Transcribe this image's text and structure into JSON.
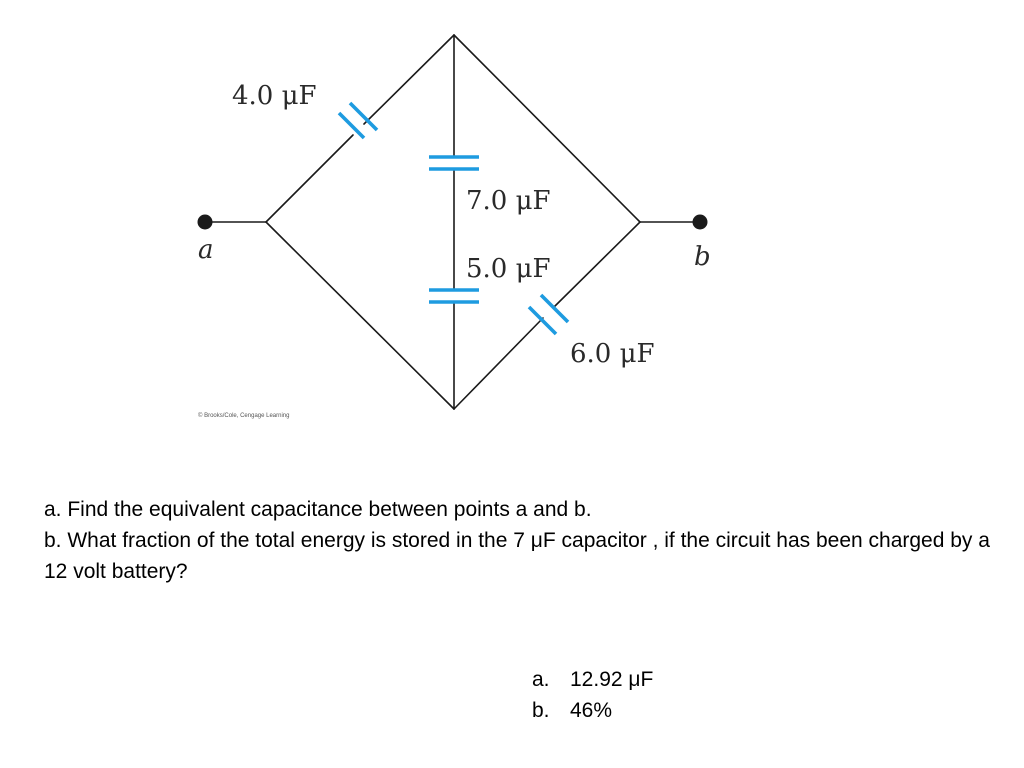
{
  "diagram": {
    "capacitors": {
      "c1": "4.0 μF",
      "c2": "7.0 μF",
      "c3": "5.0 μF",
      "c4": "6.0 μF"
    },
    "nodes": {
      "a": "a",
      "b": "b"
    },
    "credit": "© Brooks/Cole, Cengage Learning",
    "colors": {
      "wire": "#1a1a1a",
      "plate": "#1e9be0",
      "terminal": "#1a1a1a"
    }
  },
  "questions": {
    "q1": "a. Find  the equivalent capacitance between points a and b.",
    "q2": "b. What fraction of the total energy is stored in the 7 μF capacitor , if  the circuit has been charged by a 12 volt battery?"
  },
  "answers": [
    {
      "marker": "a.",
      "text": "12.92 μF"
    },
    {
      "marker": "b.",
      "text": "46%"
    }
  ]
}
